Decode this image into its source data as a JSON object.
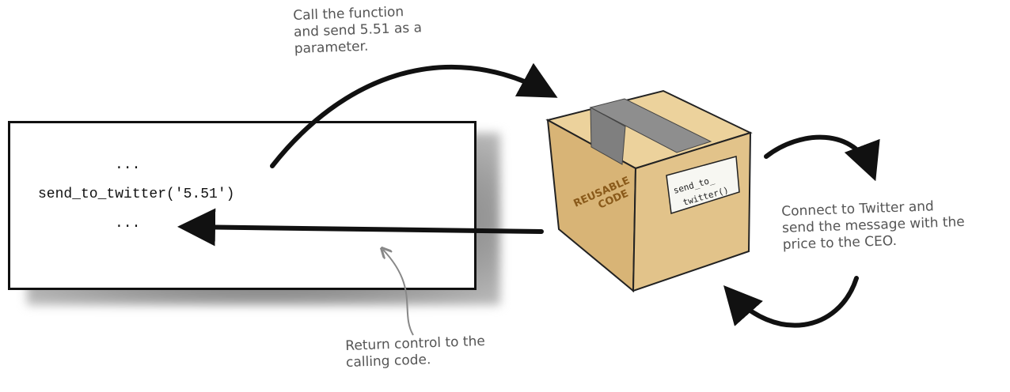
{
  "code": {
    "line1": "...",
    "line2": "send_to_twitter('5.51')",
    "line3": "..."
  },
  "annotations": {
    "call": "Call the function\nand send 5.51 as a\nparameter.",
    "connect": "Connect to Twitter and\nsend the message with the\nprice to the CEO.",
    "return": "Return control to the\ncalling code."
  },
  "box": {
    "stamp_line1": "REUSABLE",
    "stamp_line2": "CODE",
    "label_line1": "send_to_",
    "label_line2": "twitter()"
  }
}
